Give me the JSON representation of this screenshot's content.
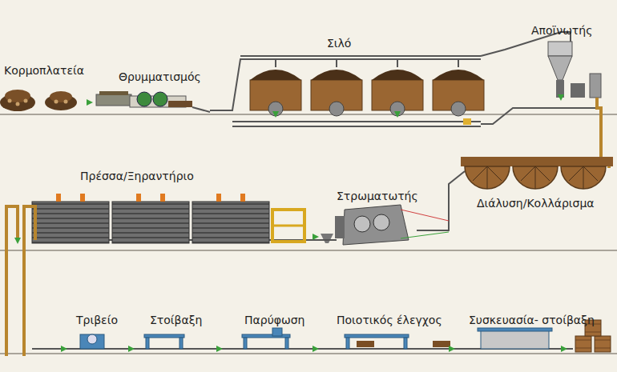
{
  "diagram": {
    "labels": [
      "Κορμοπλατεία",
      "Θρυμματισμός",
      "Σιλό",
      "Αποϊνωτής",
      "Πρέσσα/Ξηραντήριο",
      "Στρωματωτής",
      "Διάλυση/Κολλάρισμα",
      "Τριβείο",
      "Στοίβαξη",
      "Παρύφωση",
      "Ποιοτικός έλεγχος",
      "Συσκευασία- στοίβαξη"
    ]
  }
}
